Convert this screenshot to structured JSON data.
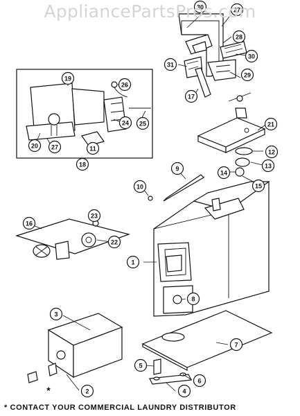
{
  "watermark": "AppliancePartsPros.com",
  "footer_note": "* CONTACT YOUR COMMERCIAL LAUNDRY DISTRIBUTOR",
  "callouts": [
    {
      "label": "30",
      "name": "callout-30-top"
    },
    {
      "label": "27",
      "name": "callout-27-top"
    },
    {
      "label": "28",
      "name": "callout-28"
    },
    {
      "label": "30",
      "name": "callout-30-right"
    },
    {
      "label": "31",
      "name": "callout-31"
    },
    {
      "label": "29",
      "name": "callout-29"
    },
    {
      "label": "17",
      "name": "callout-17"
    },
    {
      "label": "19",
      "name": "callout-19"
    },
    {
      "label": "26",
      "name": "callout-26"
    },
    {
      "label": "24",
      "name": "callout-24"
    },
    {
      "label": "25",
      "name": "callout-25"
    },
    {
      "label": "20",
      "name": "callout-20"
    },
    {
      "label": "27",
      "name": "callout-27-left"
    },
    {
      "label": "11",
      "name": "callout-11"
    },
    {
      "label": "18",
      "name": "callout-18"
    },
    {
      "label": "21",
      "name": "callout-21"
    },
    {
      "label": "12",
      "name": "callout-12"
    },
    {
      "label": "13",
      "name": "callout-13"
    },
    {
      "label": "14",
      "name": "callout-14"
    },
    {
      "label": "15",
      "name": "callout-15"
    },
    {
      "label": "9",
      "name": "callout-9"
    },
    {
      "label": "10",
      "name": "callout-10"
    },
    {
      "label": "23",
      "name": "callout-23"
    },
    {
      "label": "16",
      "name": "callout-16"
    },
    {
      "label": "22",
      "name": "callout-22"
    },
    {
      "label": "1",
      "name": "callout-1"
    },
    {
      "label": "8",
      "name": "callout-8"
    },
    {
      "label": "3",
      "name": "callout-3"
    },
    {
      "label": "7",
      "name": "callout-7"
    },
    {
      "label": "5",
      "name": "callout-5"
    },
    {
      "label": "6",
      "name": "callout-6"
    },
    {
      "label": "4",
      "name": "callout-4"
    },
    {
      "label": "2",
      "name": "callout-2"
    }
  ],
  "marks": [
    {
      "label": "*",
      "name": "asterisk-mark-bottom"
    }
  ]
}
